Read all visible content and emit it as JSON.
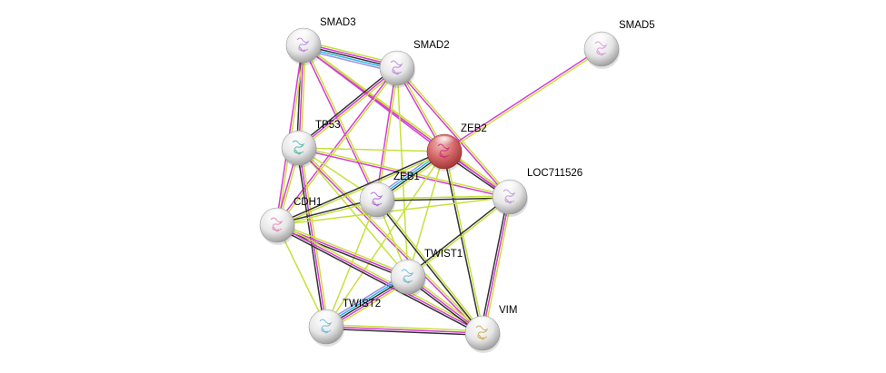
{
  "diagram": {
    "type": "protein-interaction-network",
    "edge_colors": {
      "textmining": "#c7e03c",
      "experiments": "#d63ad6",
      "coexpression": "#333333",
      "database": "#22b8e0",
      "homology": "#9a8cf0"
    },
    "node_colors": {
      "query": "#d86a6a",
      "default": "#e8e8e8"
    },
    "nodes": [
      {
        "id": "SMAD3",
        "label": "SMAD3",
        "query": false,
        "structure_color": "#b37ad6"
      },
      {
        "id": "SMAD2",
        "label": "SMAD2",
        "query": false,
        "structure_color": "#b37ad6"
      },
      {
        "id": "SMAD5",
        "label": "SMAD5",
        "query": false,
        "structure_color": "#e08ad6"
      },
      {
        "id": "TP53",
        "label": "TP53",
        "query": false,
        "structure_color": "#36b0a0"
      },
      {
        "id": "ZEB2",
        "label": "ZEB2",
        "query": true,
        "structure_color": "#c2287a"
      },
      {
        "id": "ZEB1",
        "label": "ZEB1",
        "query": false,
        "structure_color": "#a45ad0"
      },
      {
        "id": "LOC711526",
        "label": "LOC711526",
        "query": false,
        "structure_color": "#b88ad6"
      },
      {
        "id": "CDH1",
        "label": "CDH1",
        "query": false,
        "structure_color": "#e07ab0"
      },
      {
        "id": "TWIST1",
        "label": "TWIST1",
        "query": false,
        "structure_color": "#5ab0d8"
      },
      {
        "id": "TWIST2",
        "label": "TWIST2",
        "query": false,
        "structure_color": "#5ab0d8"
      },
      {
        "id": "VIM",
        "label": "VIM",
        "query": false,
        "structure_color": "#c8a040"
      }
    ],
    "edges": [
      {
        "source": "SMAD3",
        "target": "SMAD2",
        "types": [
          "textmining",
          "experiments",
          "coexpression",
          "database",
          "homology"
        ]
      },
      {
        "source": "SMAD3",
        "target": "TP53",
        "types": [
          "textmining",
          "experiments",
          "coexpression"
        ]
      },
      {
        "source": "SMAD3",
        "target": "ZEB2",
        "types": [
          "textmining",
          "experiments"
        ]
      },
      {
        "source": "SMAD3",
        "target": "CDH1",
        "types": [
          "textmining",
          "experiments"
        ]
      },
      {
        "source": "SMAD3",
        "target": "ZEB1",
        "types": [
          "textmining",
          "experiments"
        ]
      },
      {
        "source": "SMAD3",
        "target": "LOC711526",
        "types": [
          "textmining",
          "experiments"
        ]
      },
      {
        "source": "SMAD2",
        "target": "TP53",
        "types": [
          "textmining",
          "experiments",
          "coexpression"
        ]
      },
      {
        "source": "SMAD2",
        "target": "ZEB2",
        "types": [
          "textmining",
          "experiments"
        ]
      },
      {
        "source": "SMAD2",
        "target": "CDH1",
        "types": [
          "textmining",
          "experiments"
        ]
      },
      {
        "source": "SMAD2",
        "target": "ZEB1",
        "types": [
          "textmining",
          "experiments"
        ]
      },
      {
        "source": "SMAD2",
        "target": "LOC711526",
        "types": [
          "textmining",
          "experiments"
        ]
      },
      {
        "source": "SMAD2",
        "target": "TWIST1",
        "types": [
          "textmining"
        ]
      },
      {
        "source": "SMAD5",
        "target": "ZEB2",
        "types": [
          "textmining",
          "experiments"
        ]
      },
      {
        "source": "TP53",
        "target": "ZEB2",
        "types": [
          "textmining"
        ]
      },
      {
        "source": "TP53",
        "target": "LOC711526",
        "types": [
          "textmining",
          "experiments"
        ]
      },
      {
        "source": "TP53",
        "target": "CDH1",
        "types": [
          "textmining",
          "experiments"
        ]
      },
      {
        "source": "TP53",
        "target": "ZEB1",
        "types": [
          "textmining"
        ]
      },
      {
        "source": "TP53",
        "target": "TWIST1",
        "types": [
          "textmining"
        ]
      },
      {
        "source": "TP53",
        "target": "TWIST2",
        "types": [
          "textmining",
          "experiments",
          "coexpression"
        ]
      },
      {
        "source": "TP53",
        "target": "VIM",
        "types": [
          "textmining",
          "experiments"
        ]
      },
      {
        "source": "ZEB2",
        "target": "ZEB1",
        "types": [
          "textmining",
          "coexpression",
          "database",
          "homology"
        ]
      },
      {
        "source": "ZEB2",
        "target": "CDH1",
        "types": [
          "textmining",
          "coexpression"
        ]
      },
      {
        "source": "ZEB2",
        "target": "LOC711526",
        "types": [
          "textmining",
          "experiments",
          "coexpression"
        ]
      },
      {
        "source": "ZEB2",
        "target": "TWIST1",
        "types": [
          "textmining"
        ]
      },
      {
        "source": "ZEB2",
        "target": "TWIST2",
        "types": [
          "textmining"
        ]
      },
      {
        "source": "ZEB2",
        "target": "VIM",
        "types": [
          "textmining",
          "coexpression"
        ]
      },
      {
        "source": "ZEB1",
        "target": "CDH1",
        "types": [
          "textmining",
          "coexpression"
        ]
      },
      {
        "source": "ZEB1",
        "target": "LOC711526",
        "types": [
          "textmining",
          "coexpression"
        ]
      },
      {
        "source": "ZEB1",
        "target": "TWIST1",
        "types": [
          "textmining"
        ]
      },
      {
        "source": "ZEB1",
        "target": "TWIST2",
        "types": [
          "textmining"
        ]
      },
      {
        "source": "ZEB1",
        "target": "VIM",
        "types": [
          "textmining",
          "coexpression"
        ]
      },
      {
        "source": "LOC711526",
        "target": "TWIST1",
        "types": [
          "textmining",
          "coexpression"
        ]
      },
      {
        "source": "LOC711526",
        "target": "VIM",
        "types": [
          "textmining",
          "experiments",
          "coexpression"
        ]
      },
      {
        "source": "LOC711526",
        "target": "CDH1",
        "types": [
          "textmining"
        ]
      },
      {
        "source": "CDH1",
        "target": "TWIST1",
        "types": [
          "textmining",
          "experiments",
          "coexpression"
        ]
      },
      {
        "source": "CDH1",
        "target": "TWIST2",
        "types": [
          "textmining"
        ]
      },
      {
        "source": "CDH1",
        "target": "VIM",
        "types": [
          "textmining",
          "experiments",
          "coexpression"
        ]
      },
      {
        "source": "TWIST1",
        "target": "TWIST2",
        "types": [
          "textmining",
          "experiments",
          "coexpression",
          "database",
          "homology"
        ]
      },
      {
        "source": "TWIST1",
        "target": "VIM",
        "types": [
          "textmining",
          "experiments",
          "coexpression"
        ]
      },
      {
        "source": "TWIST2",
        "target": "VIM",
        "types": [
          "textmining",
          "experiments",
          "coexpression"
        ]
      }
    ]
  }
}
